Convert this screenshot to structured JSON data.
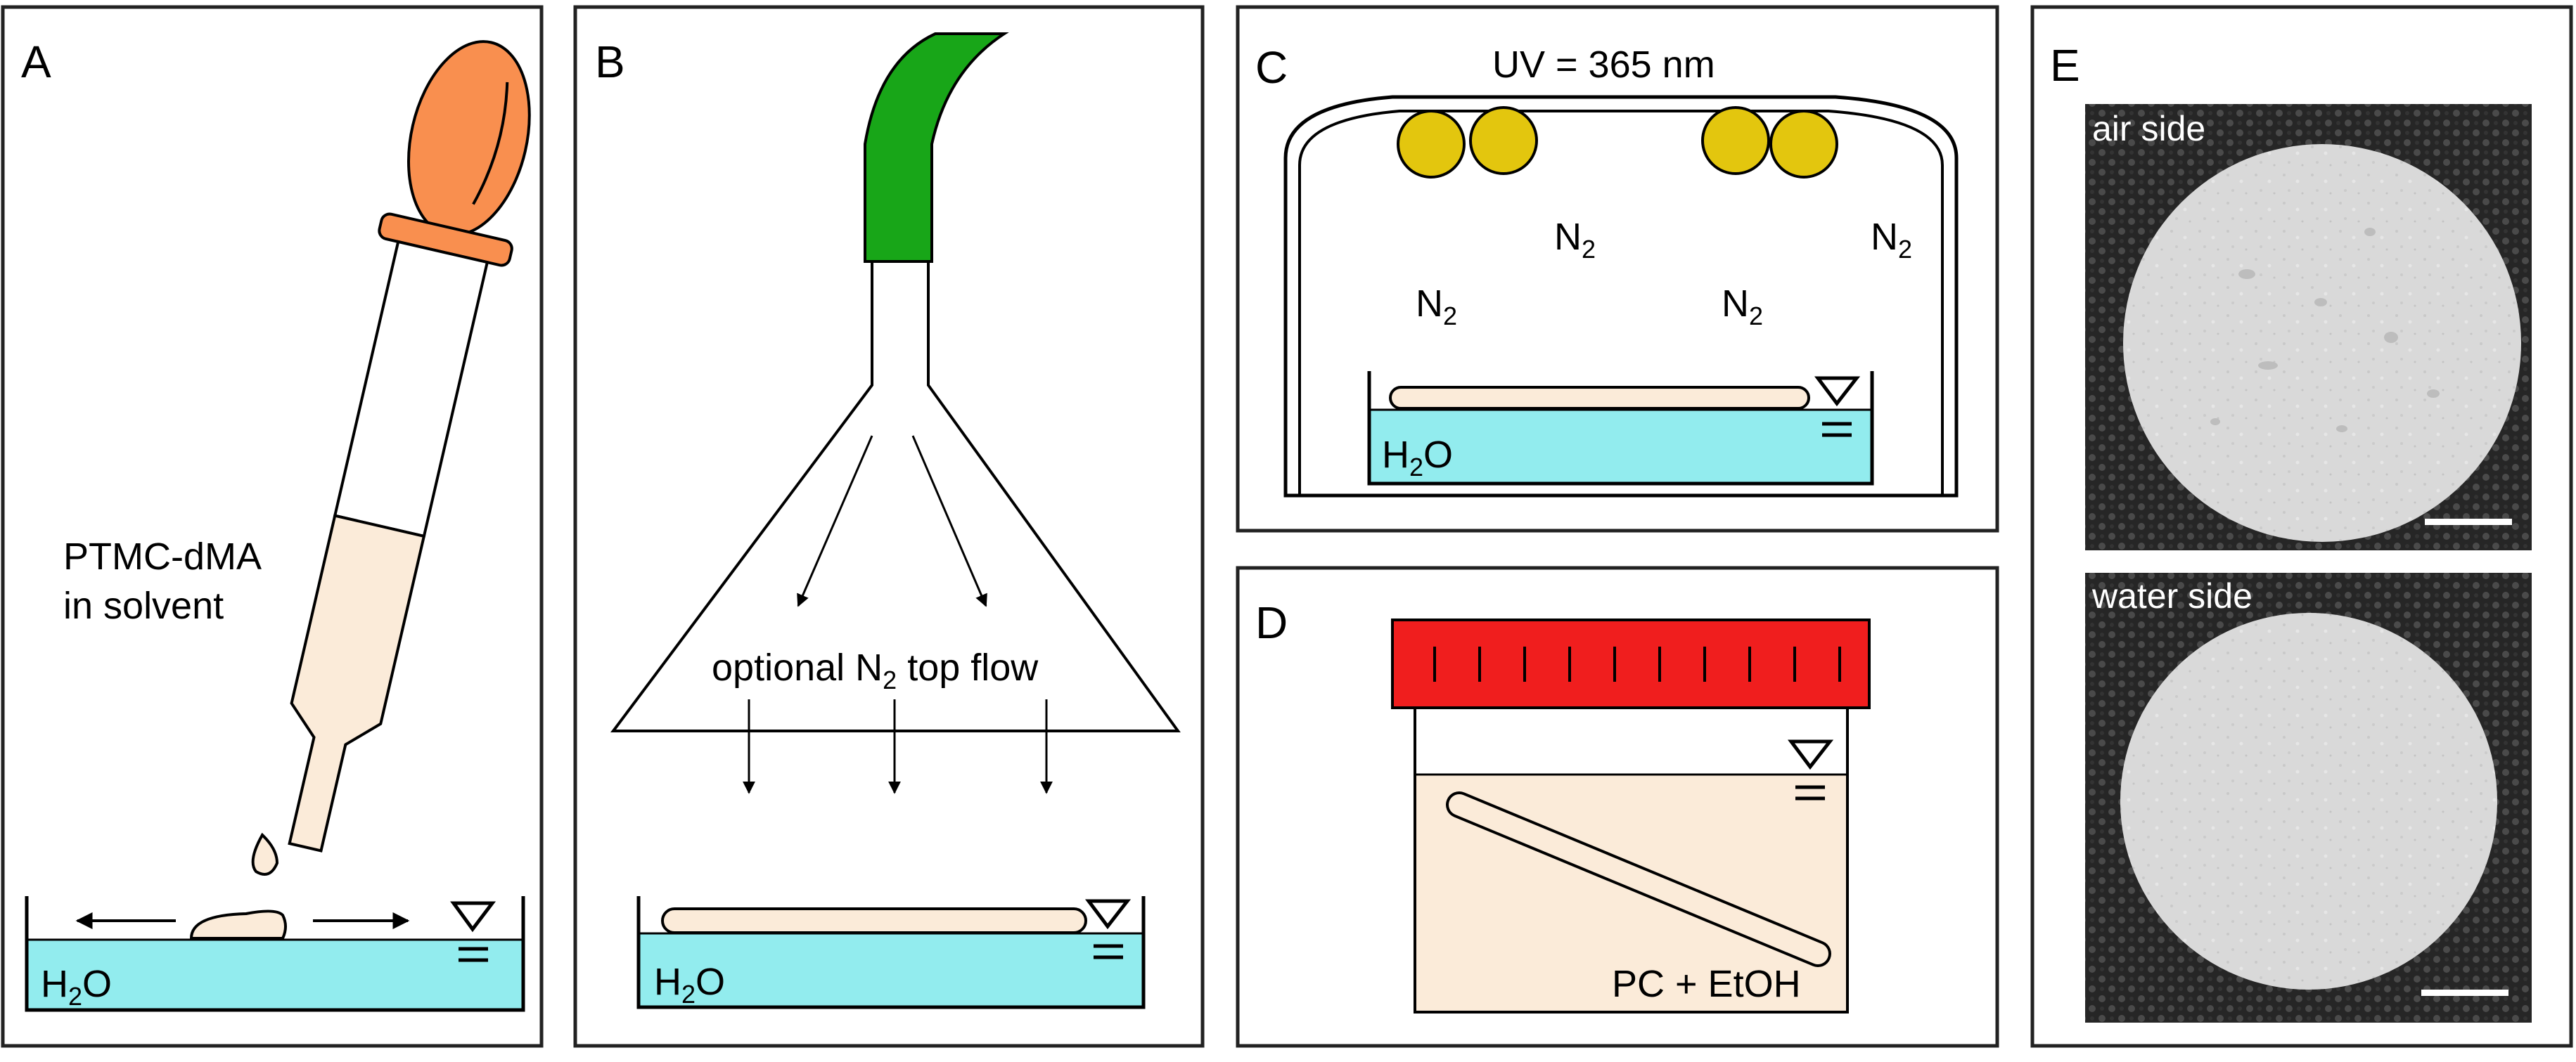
{
  "panels": {
    "a": {
      "label": "A",
      "annotation_line1": "PTMC-dMA",
      "annotation_line2": "in solvent",
      "water": {
        "main": "H",
        "sub": "2",
        "tail": "O"
      }
    },
    "b": {
      "label": "B",
      "flow": {
        "pre": "optional N",
        "sub": "2",
        "post": " top flow"
      },
      "water": {
        "main": "H",
        "sub": "2",
        "tail": "O"
      }
    },
    "c": {
      "label": "C",
      "uv": "UV = 365 nm",
      "gas": {
        "main": "N",
        "sub": "2"
      },
      "water": {
        "main": "H",
        "sub": "2",
        "tail": "O"
      }
    },
    "d": {
      "label": "D",
      "solvent": "PC + EtOH"
    },
    "e": {
      "label": "E",
      "top_photo_label": "air side",
      "bottom_photo_label": "water side"
    }
  },
  "colors": {
    "water": "#92ecee",
    "polymer": "#fbebd9",
    "bulb": "#f98f4f",
    "nozzle": "#18a618",
    "lamp": "#e3c60e",
    "lid": "#f01e1e",
    "photo_bg": "#2a2a2a",
    "film": "#dcdcdc"
  }
}
